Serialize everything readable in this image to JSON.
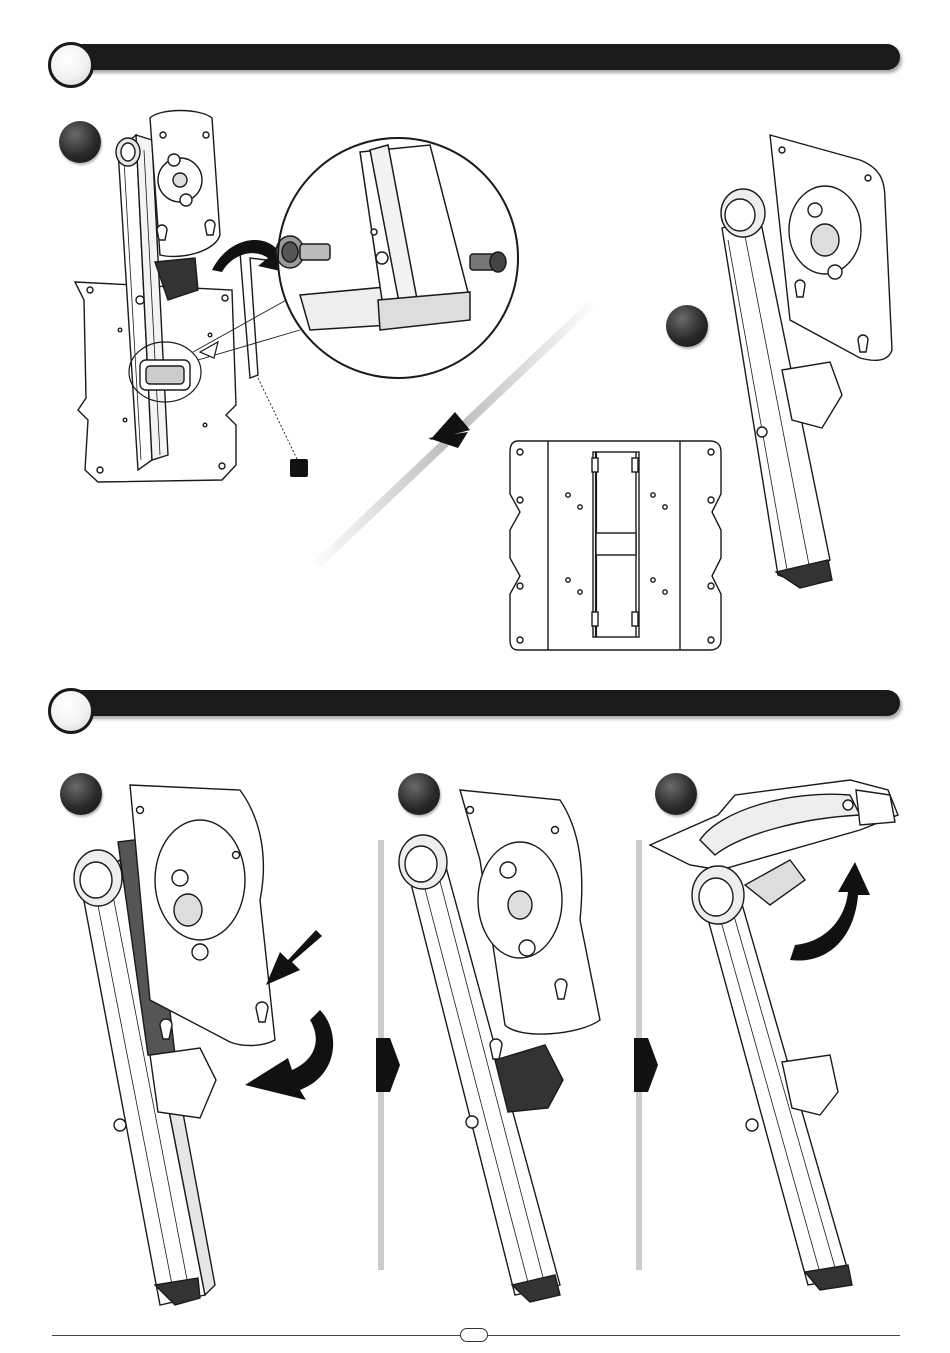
{
  "sections": [
    {
      "id": "top",
      "steps": 2,
      "has_callout_key": true
    },
    {
      "id": "bottom",
      "steps": 3
    }
  ],
  "icons": {
    "section_bubble": "section-bubble-icon",
    "step_disc": "step-number-disc-icon",
    "callout": "hardware-callout-square-icon",
    "arrow_next": "next-step-arrow-icon",
    "rotate": "rotate-arrow-icon",
    "push": "push-arrow-icon",
    "hex_key": "hex-key-icon"
  },
  "colors": {
    "ink": "#1a1a1a",
    "accent_dark": "#111111",
    "bracket_shade": "#555555"
  },
  "footer": {
    "page_number": ""
  }
}
